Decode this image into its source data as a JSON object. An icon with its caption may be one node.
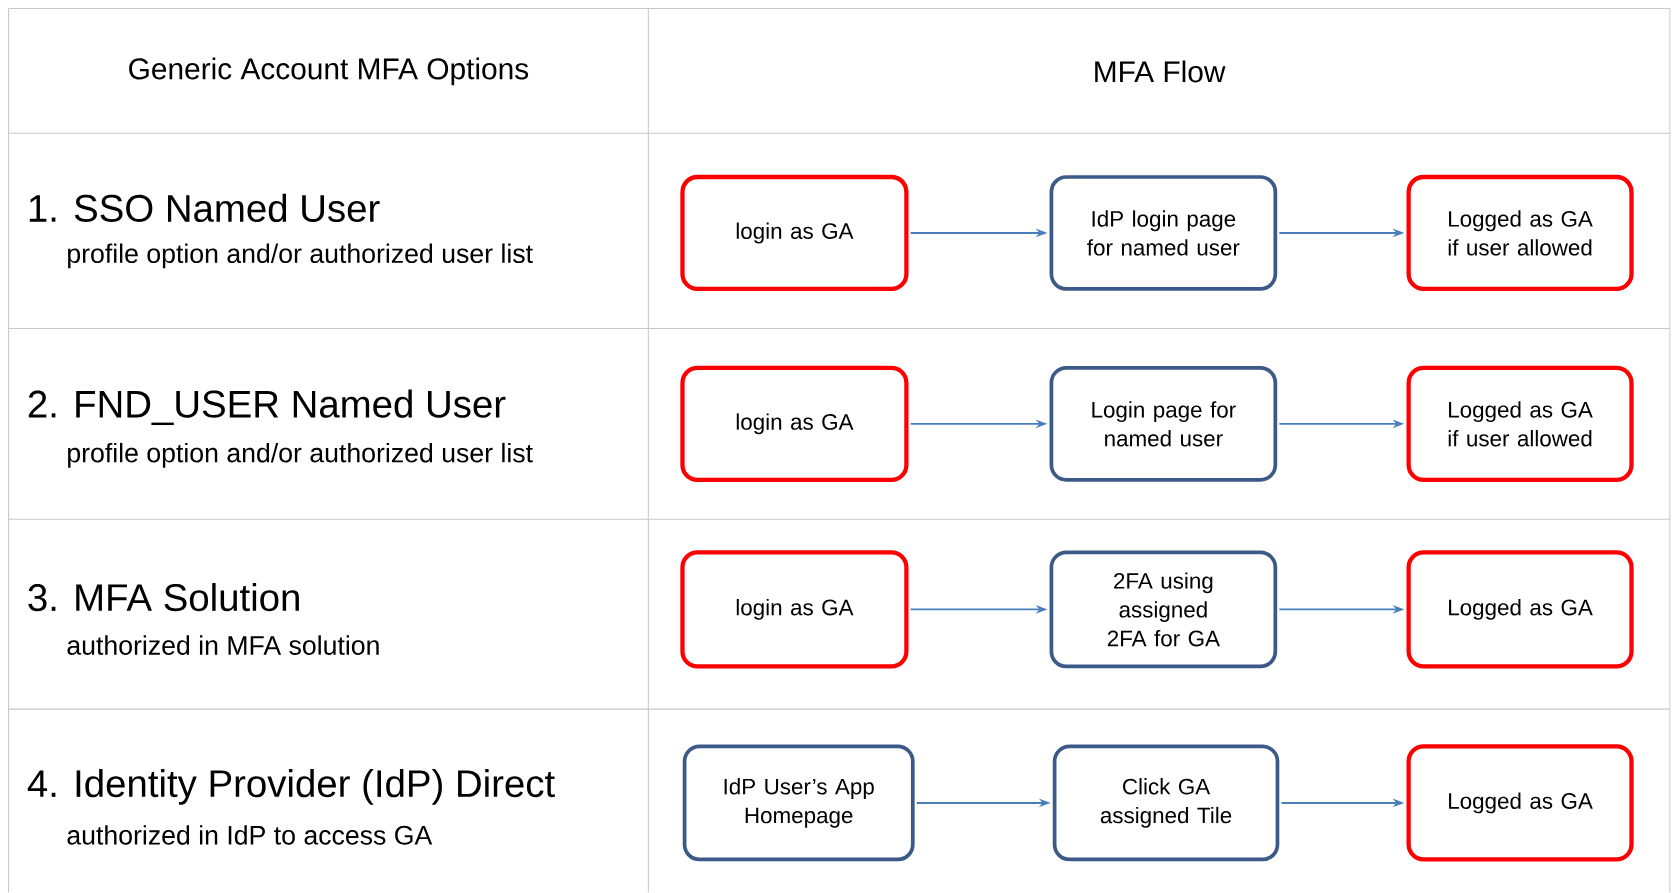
{
  "diagram": {
    "nodes": [
      {
        "text": [
          "login as GA"
        ]
      },
      {
        "text": [
          "IdP login page for named user"
        ]
      },
      {
        "text": [
          "Logged as GA if user allowed"
        ]
      },
      {
        "text": [
          "login as GA"
        ]
      },
      {
        "text": [
          "Login page for named user"
        ]
      },
      {
        "text": [
          "Logged as GA if user allowed"
        ]
      },
      {
        "text": [
          "login as GA"
        ]
      },
      {
        "text": [
          "2FA using assigned 2FA for GA"
        ]
      },
      {
        "text": [
          "Logged as GA"
        ]
      },
      {
        "text": [
          "IdP User’s App Homepage"
        ]
      },
      {
        "text": [
          "Click GA assigned Tile"
        ]
      },
      {
        "text": [
          "Logged as GA"
        ]
      }
    ],
    "edges": [
      {
        "from": 0,
        "to": 1,
        "arrow": "to"
      },
      {
        "from": 1,
        "to": 2,
        "arrow": "to"
      },
      {
        "from": 3,
        "to": 4,
        "arrow": "to"
      },
      {
        "from": 4,
        "to": 5,
        "arrow": "to"
      },
      {
        "from": 6,
        "to": 7,
        "arrow": "to"
      },
      {
        "from": 7,
        "to": 8,
        "arrow": "to"
      },
      {
        "from": 9,
        "to": 10,
        "arrow": "to"
      },
      {
        "from": 10,
        "to": 11,
        "arrow": "to"
      }
    ],
    "labels": [
      "Generic Account MFA Options",
      "MFA Flow",
      "1. SSO Named User",
      "profile option and/or authorized user list",
      "2. FND_USER Named User",
      "profile option and/or authorized user list",
      "3. MFA Solution",
      "authorized in MFA solution",
      "4. Identity Provider (IdP) Direct",
      "authorized in IdP to access GA"
    ]
  }
}
